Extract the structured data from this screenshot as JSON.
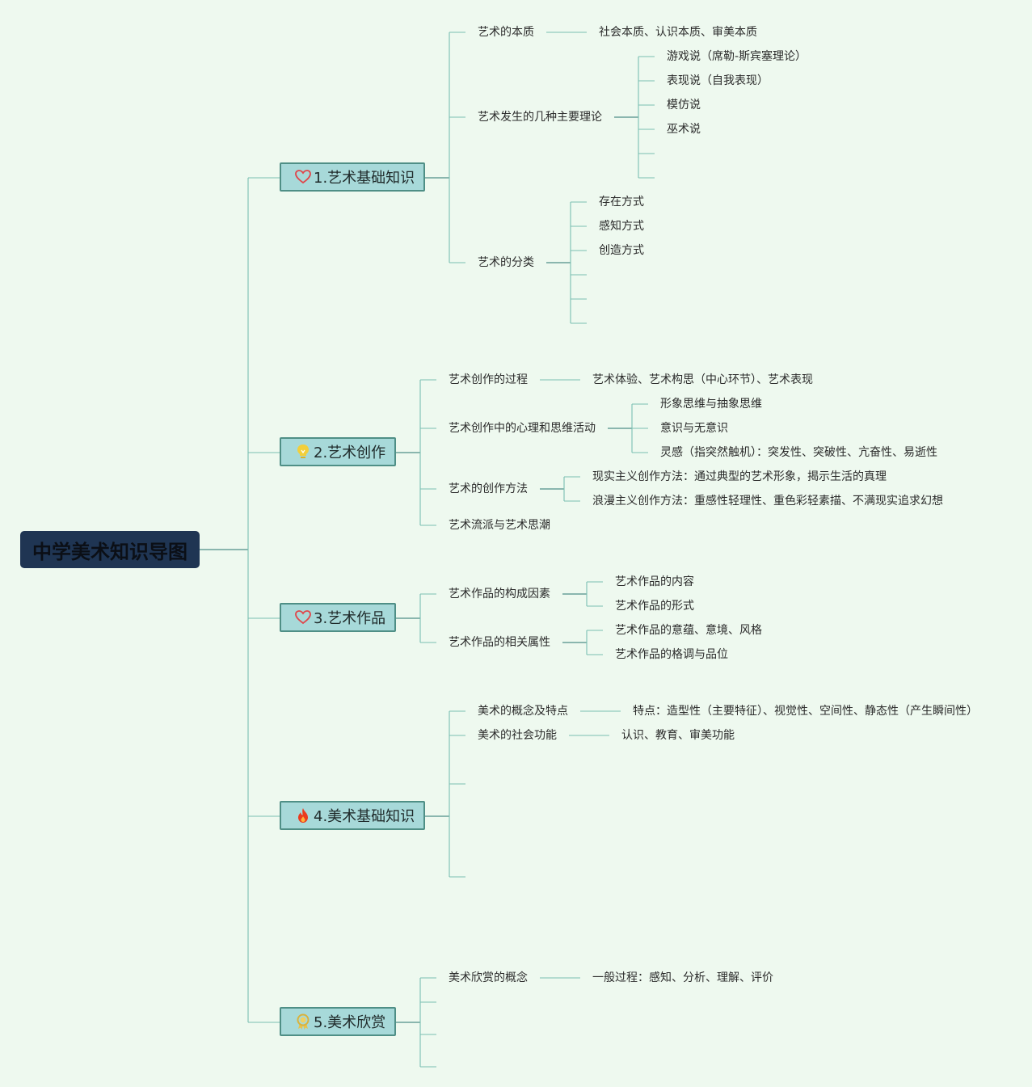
{
  "root": {
    "title": "中学美术知识导图"
  },
  "branches": [
    {
      "label": "1.艺术基础知识",
      "icon": "heart-icon"
    },
    {
      "label": "2.艺术创作",
      "icon": "lightbulb-icon"
    },
    {
      "label": "3.艺术作品",
      "icon": "heart-icon"
    },
    {
      "label": "4.美术基础知识",
      "icon": "fire-icon"
    },
    {
      "label": "5.美术欣赏",
      "icon": "medal-icon"
    }
  ],
  "b1": {
    "essence": "艺术的本质",
    "essence_detail": "社会本质、认识本质、审美本质",
    "origin": "艺术发生的几种主要理论",
    "origin_items": [
      "游戏说（席勒-斯宾塞理论）",
      "表现说（自我表现）",
      "模仿说",
      "巫术说"
    ],
    "classify": "艺术的分类",
    "classify_items": [
      "存在方式",
      "感知方式",
      "创造方式"
    ]
  },
  "b2": {
    "process": "艺术创作的过程",
    "process_detail": "艺术体验、艺术构思（中心环节）、艺术表现",
    "psych": "艺术创作中的心理和思维活动",
    "psych_items": [
      "形象思维与抽象思维",
      "意识与无意识",
      "灵感（指突然触机）：突发性、突破性、亢奋性、易逝性"
    ],
    "method": "艺术的创作方法",
    "method_items": [
      "现实主义创作方法：通过典型的艺术形象，揭示生活的真理",
      "浪漫主义创作方法：重感性轻理性、重色彩轻素描、不满现实追求幻想"
    ],
    "schools": "艺术流派与艺术思潮"
  },
  "b3": {
    "factors": "艺术作品的构成因素",
    "factors_items": [
      "艺术作品的内容",
      "艺术作品的形式"
    ],
    "attrs": "艺术作品的相关属性",
    "attrs_items": [
      "艺术作品的意蕴、意境、风格",
      "艺术作品的格调与品位"
    ]
  },
  "b4": {
    "concept": "美术的概念及特点",
    "concept_detail": "特点：造型性（主要特征）、视觉性、空间性、静态性（产生瞬间性）",
    "func": "美术的社会功能",
    "func_detail": "认识、教育、审美功能"
  },
  "b5": {
    "concept": "美术欣赏的概念",
    "concept_detail": "一般过程：感知、分析、理解、评价"
  },
  "colors": {
    "background": "#eef9ef",
    "root": "#1f3553",
    "branch_fill": "#a7d9d9",
    "line": "#4f8f86"
  }
}
